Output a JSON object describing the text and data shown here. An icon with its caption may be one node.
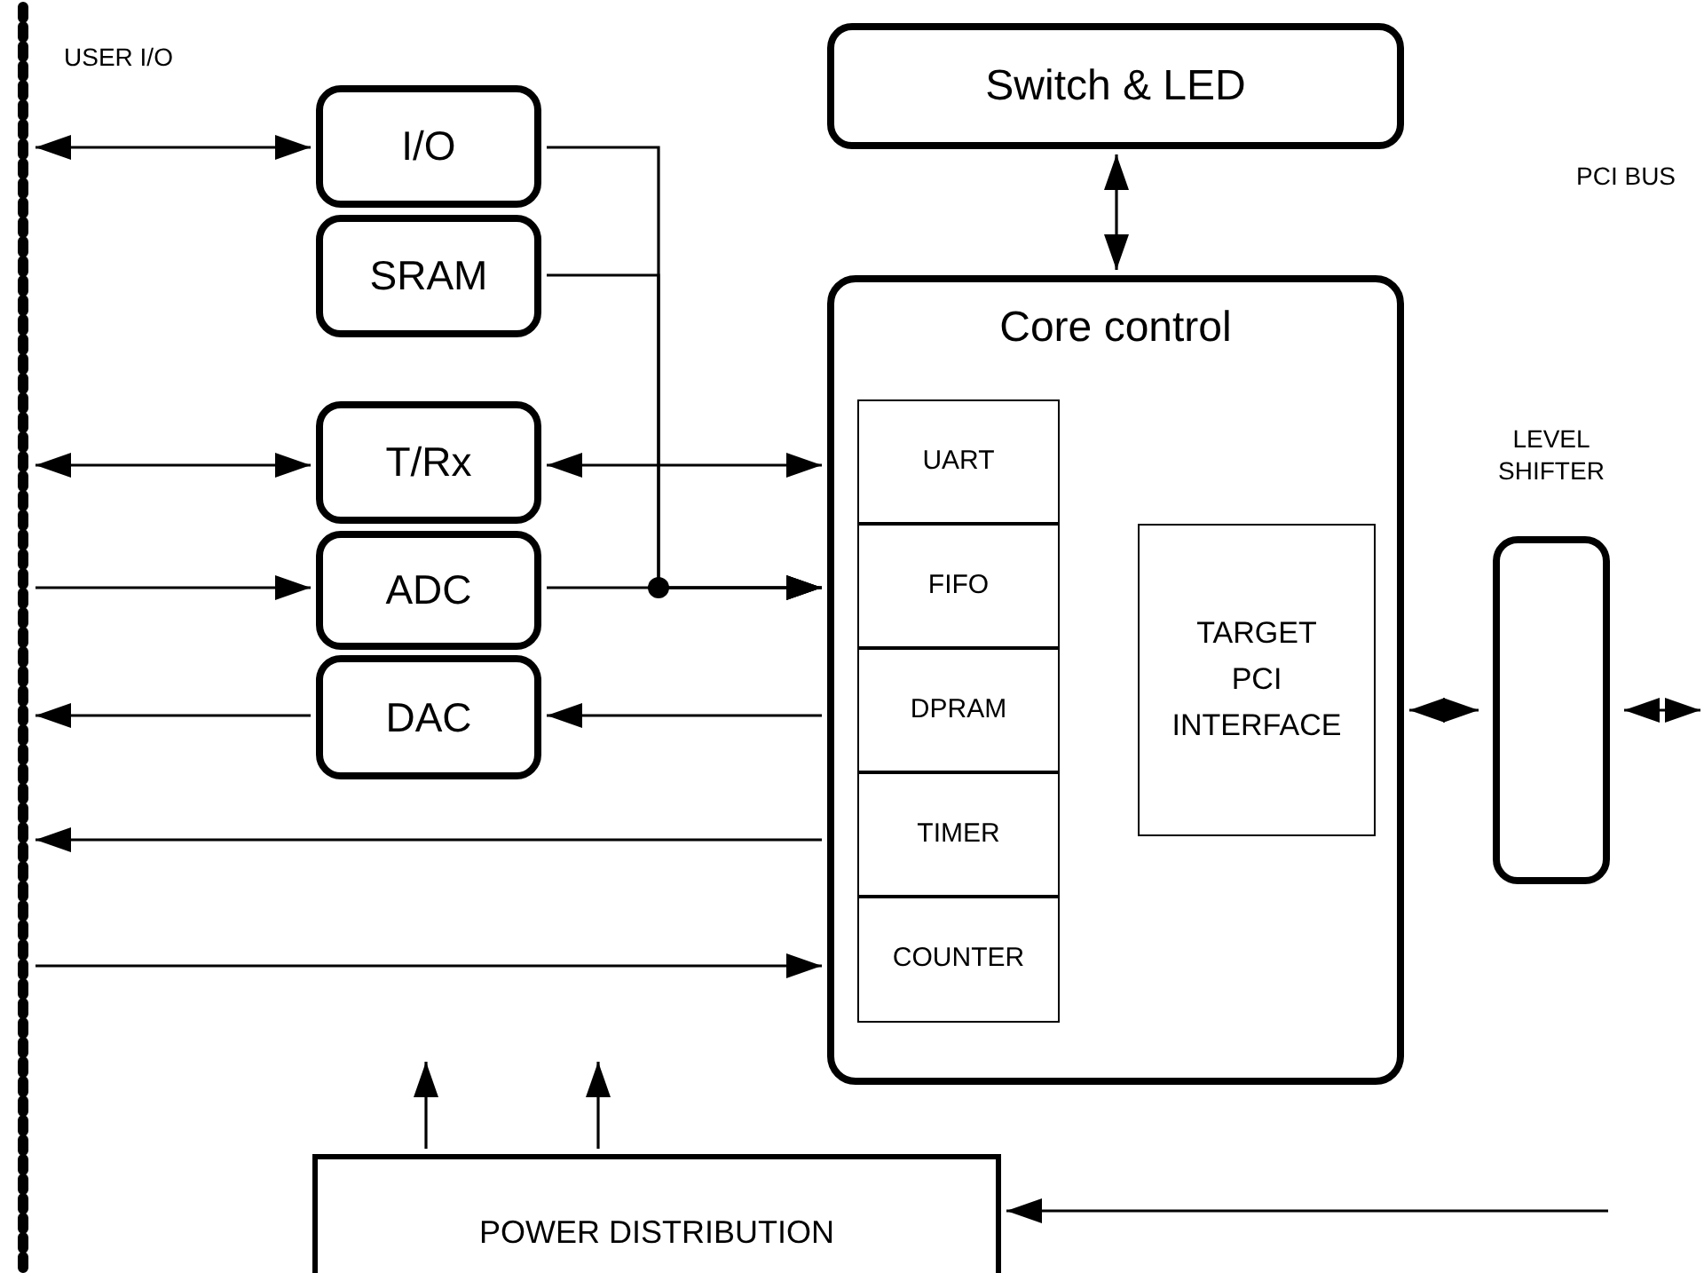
{
  "diagram": {
    "nodes": [
      {
        "text": [],
        "shape": "bar"
      },
      {
        "text": [
          "I/O"
        ]
      },
      {
        "text": [
          "SRAM"
        ]
      },
      {
        "text": [
          "T/Rx"
        ]
      },
      {
        "text": [
          "ADC"
        ]
      },
      {
        "text": [
          "DAC"
        ]
      },
      {
        "text": [
          "Switch & LED"
        ]
      },
      {
        "text": [
          "Core control"
        ]
      },
      {
        "text": [
          "UART"
        ],
        "in": 7
      },
      {
        "text": [
          "FIFO"
        ],
        "in": 7
      },
      {
        "text": [
          "DPRAM"
        ],
        "in": 7
      },
      {
        "text": [
          "TIMER"
        ],
        "in": 7
      },
      {
        "text": [
          "COUNTER"
        ],
        "in": 7
      },
      {
        "text": [
          "TARGET PCI INTERFACE"
        ],
        "in": 7
      },
      {
        "text": [
          "LEVEL SHIFTER"
        ]
      },
      {
        "text": [
          "POWER DISTRIBUTION"
        ]
      }
    ],
    "edges": [
      {
        "from": 0,
        "to": 1,
        "arrow": "both"
      },
      {
        "from": 1,
        "to": 7,
        "arrow": "to"
      },
      {
        "from": 2,
        "to": 7,
        "arrow": "to"
      },
      {
        "from": 0,
        "to": 3,
        "arrow": "both"
      },
      {
        "from": 3,
        "to": 7,
        "arrow": "both"
      },
      {
        "from": 0,
        "to": 4,
        "arrow": "to"
      },
      {
        "from": 4,
        "to": 7,
        "arrow": "to"
      },
      {
        "from": 5,
        "to": 0,
        "arrow": "to"
      },
      {
        "from": 7,
        "to": 5,
        "arrow": "to"
      },
      {
        "from": 7,
        "to": 0,
        "arrow": "to"
      },
      {
        "from": 0,
        "to": 7,
        "arrow": "to"
      },
      {
        "from": 6,
        "to": 7,
        "arrow": "both"
      },
      {
        "from": 7,
        "to": 14,
        "arrow": "both"
      },
      {
        "from": 14,
        "to": null,
        "arrow": "both"
      },
      {
        "from": null,
        "to": 15,
        "arrow": "to"
      },
      {
        "from": 15,
        "to": null,
        "arrow": "to"
      },
      {
        "from": 15,
        "to": null,
        "arrow": "to"
      }
    ],
    "labels": [
      "USER I/O",
      "PCI BUS"
    ]
  }
}
